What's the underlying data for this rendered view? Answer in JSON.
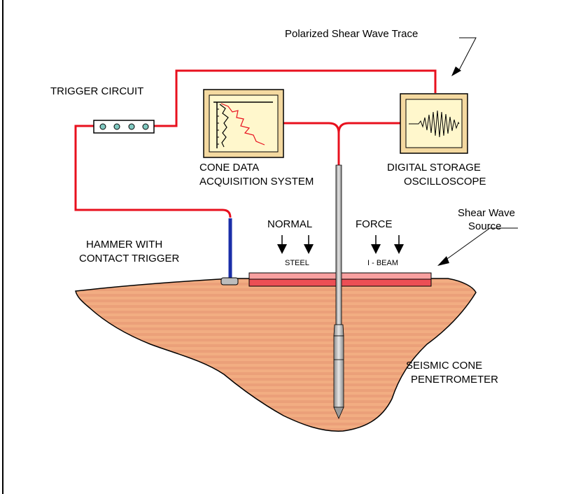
{
  "labels": {
    "polarized_trace": "Polarized Shear Wave Trace",
    "trigger_circuit": "TRIGGER CIRCUIT",
    "cone_data_line1": "CONE DATA",
    "cone_data_line2": "ACQUISITION SYSTEM",
    "dso_line1": "DIGITAL STORAGE",
    "dso_line2": "OSCILLOSCOPE",
    "shear_source_line1": "Shear Wave",
    "shear_source_line2": "Source",
    "normal": "NORMAL",
    "force": "FORCE",
    "steel": "STEEL",
    "ibeam": "I - BEAM",
    "hammer_line1": "HAMMER WITH",
    "hammer_line2": "CONTACT TRIGGER",
    "scp_line1": "SEISMIC CONE",
    "scp_line2": "PENETROMETER"
  },
  "colors": {
    "cable": "#e8101e",
    "soil": "#f2ad82",
    "soil_stripe": "#e9a077",
    "beam": "#f25a5e",
    "screen_bezel": "#f4d9a0",
    "screen_bg": "#fff7cc",
    "hammer_handle": "#1a2ea8",
    "probe": "#b8b8b8"
  }
}
